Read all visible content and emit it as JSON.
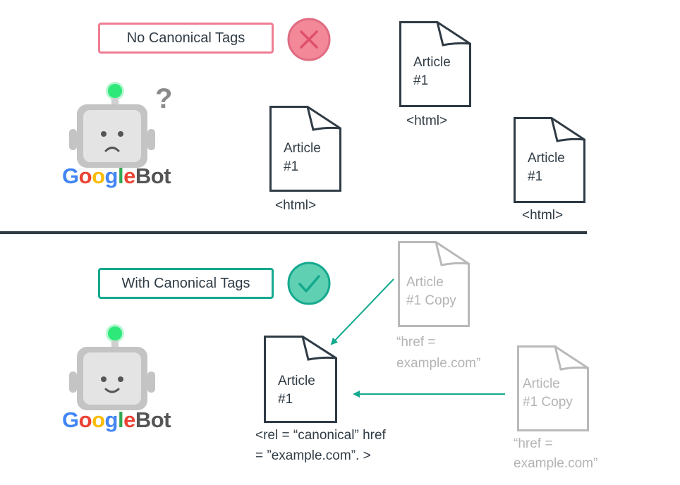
{
  "top": {
    "label": "No Canonical Tags",
    "status_icon": "x-circle-icon",
    "status_color": "#f28898",
    "question_mark": "?",
    "documents": [
      {
        "title": "Article",
        "number": "#1",
        "caption": "<html>"
      },
      {
        "title": "Article",
        "number": "#1",
        "caption": "<html>"
      },
      {
        "title": "Article",
        "number": "#1",
        "caption": "<html>"
      }
    ]
  },
  "bottom": {
    "label": "With Canonical Tags",
    "status_icon": "check-circle-icon",
    "status_color": "#5fd0b2",
    "main_document": {
      "title": "Article",
      "number": "#1",
      "caption_line1": "<rel = “canonical” href",
      "caption_line2": "= ”example.com”. >"
    },
    "copies": [
      {
        "title": "Article",
        "number": "#1 Copy",
        "caption_line1": "“href =",
        "caption_line2": "example.com”"
      },
      {
        "title": "Article",
        "number": "#1 Copy",
        "caption_line1": "“href =",
        "caption_line2": "example.com”"
      }
    ]
  },
  "googlebot": {
    "letters": [
      "G",
      "o",
      "o",
      "g",
      "l",
      "e",
      "B",
      "o",
      "t"
    ],
    "letter_colors": [
      "#4285f4",
      "#ea4335",
      "#fbbc05",
      "#4285f4",
      "#34a853",
      "#ea4335",
      "#555555",
      "#555555",
      "#555555"
    ],
    "antenna_color": "#2ee87a"
  },
  "colors": {
    "accent_red": "#ef7d93",
    "accent_green": "#14a98f",
    "doc_stroke": "#2f3b45",
    "copy_stroke": "#b9b9b9",
    "divider": "#2f3b45"
  }
}
